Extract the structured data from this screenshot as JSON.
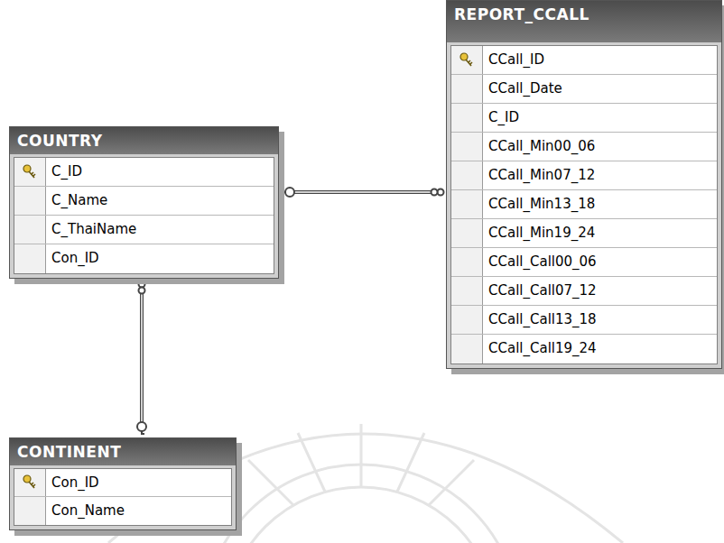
{
  "diagram": {
    "nodes": [
      {
        "text": [
          "REPORT_CCALL",
          "CCall_ID",
          "CCall_Date",
          "C_ID",
          "CCall_Min00_06",
          "CCall_Min07_12",
          "CCall_Min13_18",
          "CCall_Min19_24",
          "CCall_Call00_06",
          "CCall_Call07_12",
          "CCall_Call13_18",
          "CCall_Call19_24"
        ]
      },
      {
        "text": [
          "COUNTRY",
          "C_ID",
          "C_Name",
          "C_ThaiName",
          "Con_ID"
        ]
      },
      {
        "text": [
          "CONTINENT",
          "Con_ID",
          "Con_Name"
        ]
      }
    ],
    "edges": [
      {
        "from": 1,
        "to": 0,
        "arrow": "none"
      },
      {
        "from": 1,
        "to": 2,
        "arrow": "none"
      }
    ]
  }
}
